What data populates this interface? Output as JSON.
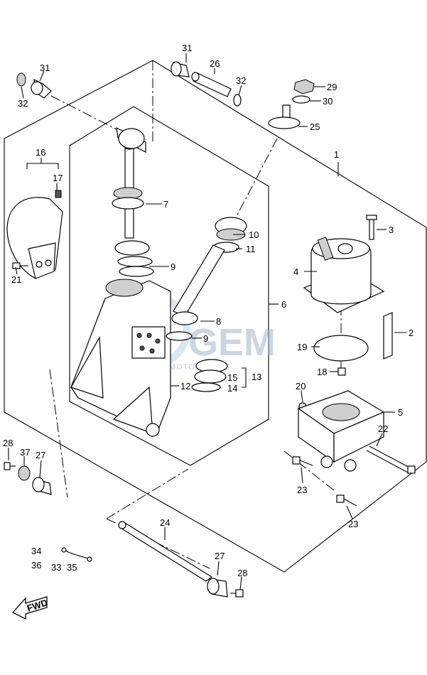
{
  "watermark": {
    "brand": "GEM",
    "tagline": "MOTORPARTS"
  },
  "fwd_label": "FWD",
  "callouts": [
    "1",
    "2",
    "3",
    "4",
    "5",
    "6",
    "7",
    "8",
    "9",
    "9",
    "10",
    "11",
    "12",
    "13",
    "14",
    "15",
    "16",
    "17",
    "18",
    "19",
    "20",
    "21",
    "22",
    "23",
    "23",
    "24",
    "25",
    "26",
    "27",
    "27",
    "28",
    "28",
    "29",
    "30",
    "31",
    "31",
    "32",
    "32",
    "33",
    "34",
    "35",
    "36"
  ]
}
